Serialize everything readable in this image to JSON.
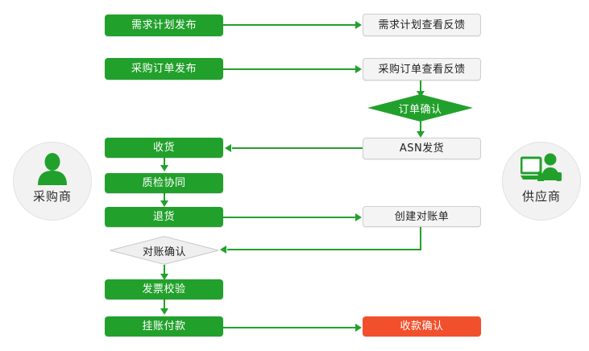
{
  "diagram": {
    "title": "",
    "colors": {
      "green": "#22a02c",
      "red": "#f2502c",
      "grey_fill": "#f4f4f4",
      "grey_border": "#cfcfcf",
      "circle_fill": "#f2f2f2"
    },
    "actors": [
      {
        "id": "buyer",
        "label": "采购商",
        "icon": "person-icon"
      },
      {
        "id": "supplier",
        "label": "供应商",
        "icon": "person-at-computer-icon"
      }
    ],
    "nodes": [
      {
        "id": "demand_plan_publish",
        "label": "需求计划发布",
        "style": "green",
        "lane": "buyer"
      },
      {
        "id": "demand_plan_feedback",
        "label": "需求计划查看反馈",
        "style": "grey",
        "lane": "supplier"
      },
      {
        "id": "po_publish",
        "label": "采购订单发布",
        "style": "green",
        "lane": "buyer"
      },
      {
        "id": "po_feedback",
        "label": "采购订单查看反馈",
        "style": "grey",
        "lane": "supplier"
      },
      {
        "id": "order_confirm",
        "label": "订单确认",
        "style": "green-diamond",
        "lane": "supplier"
      },
      {
        "id": "asn_ship",
        "label": "ASN发货",
        "style": "grey",
        "lane": "supplier"
      },
      {
        "id": "receive_goods",
        "label": "收货",
        "style": "green",
        "lane": "buyer"
      },
      {
        "id": "qc_collab",
        "label": "质检协同",
        "style": "green",
        "lane": "buyer"
      },
      {
        "id": "return_goods",
        "label": "退货",
        "style": "green",
        "lane": "buyer"
      },
      {
        "id": "create_statement",
        "label": "创建对账单",
        "style": "grey",
        "lane": "supplier"
      },
      {
        "id": "statement_confirm",
        "label": "对账确认",
        "style": "grey-diamond",
        "lane": "buyer"
      },
      {
        "id": "invoice_check",
        "label": "发票校验",
        "style": "green",
        "lane": "buyer"
      },
      {
        "id": "payable_payment",
        "label": "挂账付款",
        "style": "green",
        "lane": "buyer"
      },
      {
        "id": "receipt_confirm",
        "label": "收款确认",
        "style": "red",
        "lane": "supplier"
      }
    ],
    "edges": [
      {
        "from": "demand_plan_publish",
        "to": "demand_plan_feedback"
      },
      {
        "from": "po_publish",
        "to": "po_feedback"
      },
      {
        "from": "po_feedback",
        "to": "order_confirm"
      },
      {
        "from": "order_confirm",
        "to": "asn_ship"
      },
      {
        "from": "asn_ship",
        "to": "receive_goods"
      },
      {
        "from": "receive_goods",
        "to": "qc_collab"
      },
      {
        "from": "qc_collab",
        "to": "return_goods"
      },
      {
        "from": "return_goods",
        "to": "create_statement"
      },
      {
        "from": "create_statement",
        "to": "statement_confirm"
      },
      {
        "from": "statement_confirm",
        "to": "invoice_check"
      },
      {
        "from": "invoice_check",
        "to": "payable_payment"
      },
      {
        "from": "payable_payment",
        "to": "receipt_confirm"
      }
    ]
  }
}
